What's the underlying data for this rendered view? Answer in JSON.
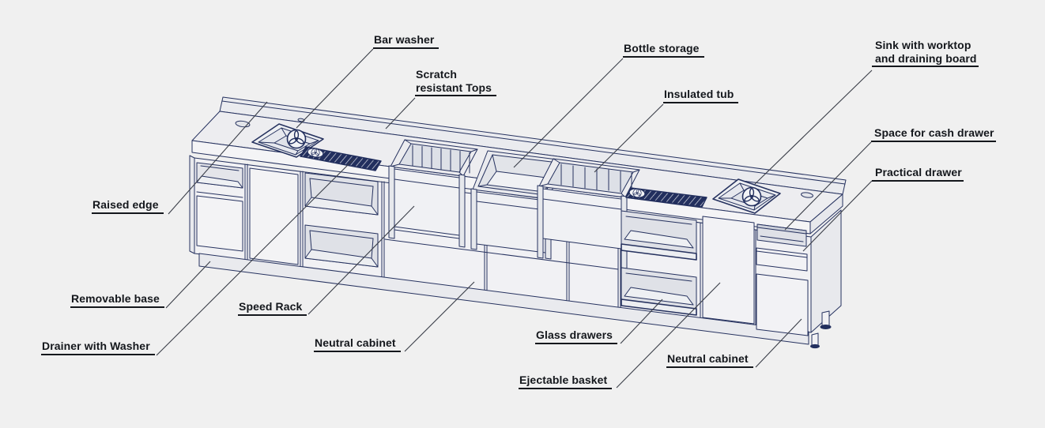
{
  "illustration": {
    "name": "bar-counter-isometric-line-drawing",
    "background_color": "#f0f0f0",
    "line_color": "#26325f",
    "dark_fill_color": "#222f5e",
    "text_color": "#14171c",
    "leader_color": "#3a3e48"
  },
  "diagram": {
    "labels": [
      {
        "id": "bar-washer",
        "text": "Bar washer"
      },
      {
        "id": "scratch-resistant-tops",
        "text": "Scratch\nresistant Tops"
      },
      {
        "id": "bottle-storage",
        "text": "Bottle storage"
      },
      {
        "id": "insulated-tub",
        "text": "Insulated tub"
      },
      {
        "id": "sink-with-worktop",
        "text": "Sink with worktop\nand draining board"
      },
      {
        "id": "space-for-cash-drawer",
        "text": "Space for cash drawer"
      },
      {
        "id": "practical-drawer",
        "text": "Practical drawer"
      },
      {
        "id": "raised-edge",
        "text": "Raised edge"
      },
      {
        "id": "removable-base",
        "text": "Removable base"
      },
      {
        "id": "drainer-with-washer",
        "text": "Drainer with Washer"
      },
      {
        "id": "speed-rack",
        "text": "Speed Rack"
      },
      {
        "id": "neutral-cabinet-left",
        "text": "Neutral cabinet"
      },
      {
        "id": "glass-drawers",
        "text": "Glass drawers"
      },
      {
        "id": "ejectable-basket",
        "text": "Ejectable basket"
      },
      {
        "id": "neutral-cabinet-right",
        "text": "Neutral cabinet"
      }
    ]
  }
}
